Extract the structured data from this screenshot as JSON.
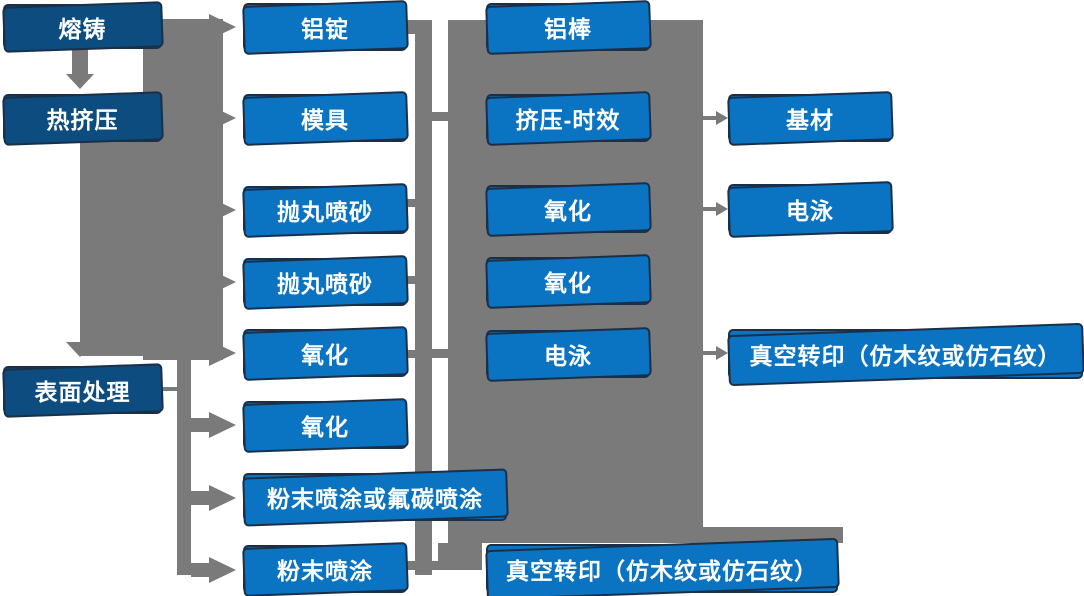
{
  "diagram_title": "",
  "palette": {
    "process_box_blue": "#0a73c2",
    "stage_box_dark_blue": "#0c4c7e",
    "connector_gray": "#7a7a7a",
    "box_border_navy": "#1b3048",
    "text_color": "#ffffff"
  },
  "nodes": {
    "melt_cast": "熔铸",
    "hot_extrusion": "热挤压",
    "surface_treatment": "表面处理",
    "aluminum_ingot": "铝锭",
    "mold": "模具",
    "shot_blast_1": "抛丸喷砂",
    "shot_blast_2": "抛丸喷砂",
    "oxidation_a": "氧化",
    "oxidation_b": "氧化",
    "powder_or_fluorocarbon": "粉末喷涂或氟碳喷涂",
    "powder_coating": "粉末喷涂",
    "aluminum_rod": "铝棒",
    "extrusion_aging": "挤压-时效",
    "oxidation_c": "氧化",
    "oxidation_d": "氧化",
    "electrophoresis_a": "电泳",
    "vacuum_transfer_bottom": "真空转印（仿木纹或仿石纹）",
    "base_material": "基材",
    "electrophoresis_b": "电泳",
    "vacuum_transfer_right": "真空转印（仿木纹或仿石纹）"
  },
  "edges": [
    {
      "from": "熔铸",
      "to": "热挤压"
    },
    {
      "from": "熔铸",
      "to": "铝锭"
    },
    {
      "from": "热挤压",
      "to": "模具"
    },
    {
      "from": "热挤压",
      "to": "抛丸喷砂"
    },
    {
      "from": "热挤压",
      "to": "抛丸喷砂"
    },
    {
      "from": "热挤压",
      "to": "氧化"
    },
    {
      "from": "热挤压",
      "to": "表面处理"
    },
    {
      "from": "表面处理",
      "to": "氧化"
    },
    {
      "from": "表面处理",
      "to": "粉末喷涂或氟碳喷涂"
    },
    {
      "from": "表面处理",
      "to": "粉末喷涂"
    },
    {
      "from": "挤压-时效",
      "to": "基材"
    },
    {
      "from": "氧化",
      "to": "电泳"
    },
    {
      "from": "电泳",
      "to": "真空转印（仿木纹或仿石纹）"
    }
  ]
}
